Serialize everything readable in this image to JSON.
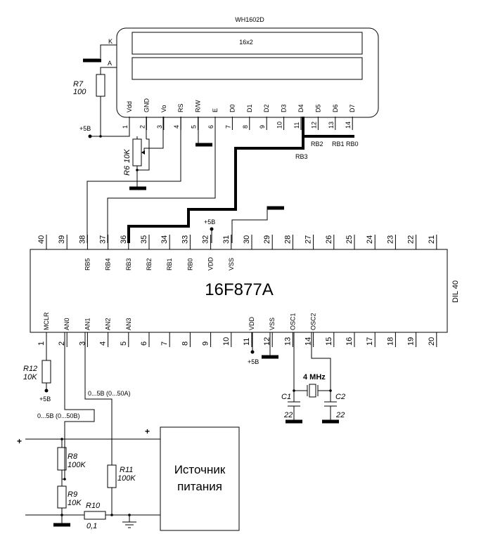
{
  "lcd": {
    "title": "WH1602D",
    "screen_label": "16x2",
    "k_label": "K",
    "a_label": "A",
    "pins": [
      {
        "num": "1",
        "name": "Vdd"
      },
      {
        "num": "2",
        "name": "GND"
      },
      {
        "num": "3",
        "name": "Vo"
      },
      {
        "num": "4",
        "name": "RS"
      },
      {
        "num": "5",
        "name": "R/W"
      },
      {
        "num": "6",
        "name": "E"
      },
      {
        "num": "7",
        "name": "D0"
      },
      {
        "num": "8",
        "name": "D1"
      },
      {
        "num": "9",
        "name": "D2"
      },
      {
        "num": "10",
        "name": "D3"
      },
      {
        "num": "11",
        "name": "D4"
      },
      {
        "num": "12",
        "name": "D5"
      },
      {
        "num": "13",
        "name": "D6"
      },
      {
        "num": "14",
        "name": "D7"
      }
    ]
  },
  "mcu": {
    "name": "16F877A",
    "package": "DIL 40",
    "top_pins": [
      {
        "num": "40",
        "name": ""
      },
      {
        "num": "39",
        "name": ""
      },
      {
        "num": "38",
        "name": "RB5"
      },
      {
        "num": "37",
        "name": "RB4"
      },
      {
        "num": "36",
        "name": "RB3"
      },
      {
        "num": "35",
        "name": "RB2"
      },
      {
        "num": "34",
        "name": "RB1"
      },
      {
        "num": "33",
        "name": "RB0"
      },
      {
        "num": "32",
        "name": "VDD"
      },
      {
        "num": "31",
        "name": "VSS"
      },
      {
        "num": "30",
        "name": ""
      },
      {
        "num": "29",
        "name": ""
      },
      {
        "num": "28",
        "name": ""
      },
      {
        "num": "27",
        "name": ""
      },
      {
        "num": "26",
        "name": ""
      },
      {
        "num": "25",
        "name": ""
      },
      {
        "num": "24",
        "name": ""
      },
      {
        "num": "23",
        "name": ""
      },
      {
        "num": "22",
        "name": ""
      },
      {
        "num": "21",
        "name": ""
      }
    ],
    "bottom_pins": [
      {
        "num": "1",
        "name": "MCLR"
      },
      {
        "num": "2",
        "name": "AN0"
      },
      {
        "num": "3",
        "name": "AN1"
      },
      {
        "num": "4",
        "name": "AN2"
      },
      {
        "num": "5",
        "name": "AN3"
      },
      {
        "num": "6",
        "name": ""
      },
      {
        "num": "7",
        "name": ""
      },
      {
        "num": "8",
        "name": ""
      },
      {
        "num": "9",
        "name": ""
      },
      {
        "num": "10",
        "name": ""
      },
      {
        "num": "11",
        "name": "VDD"
      },
      {
        "num": "12",
        "name": "VSS"
      },
      {
        "num": "13",
        "name": "OSC1"
      },
      {
        "num": "14",
        "name": "OSC2"
      },
      {
        "num": "15",
        "name": ""
      },
      {
        "num": "16",
        "name": ""
      },
      {
        "num": "17",
        "name": ""
      },
      {
        "num": "18",
        "name": ""
      },
      {
        "num": "19",
        "name": ""
      },
      {
        "num": "20",
        "name": ""
      }
    ]
  },
  "bus_labels": {
    "rb2": "RB2",
    "rb1rb0": "RB1 RB0",
    "rb3": "RB3"
  },
  "components": {
    "r7_name": "R7",
    "r7_value": "100",
    "r6_name": "R6",
    "r6_value": "10K",
    "r12_name": "R12",
    "r12_value": "10K",
    "r8_name": "R8",
    "r8_value": "100K",
    "r9_name": "R9",
    "r9_value": "10K",
    "r10_name": "R10",
    "r10_value": "0,1",
    "r11_name": "R11",
    "r11_value": "100K",
    "c1_name": "C1",
    "c1_value": "22",
    "c2_name": "C2",
    "c2_value": "22",
    "crystal": "4 MHz"
  },
  "supply_labels": {
    "p5v_lcd": "+5В",
    "p5v_mcu32": "+5В",
    "p5v_mcu11": "+5В",
    "p5v_mclr": "+5В"
  },
  "annotations": {
    "an0_range": "0...5В (0...50В)",
    "an1_range": "0...5В (0...50А)"
  },
  "power_source": {
    "line1": "Источник",
    "line2": "питания"
  },
  "plus_left": "+",
  "plus_right": "+"
}
